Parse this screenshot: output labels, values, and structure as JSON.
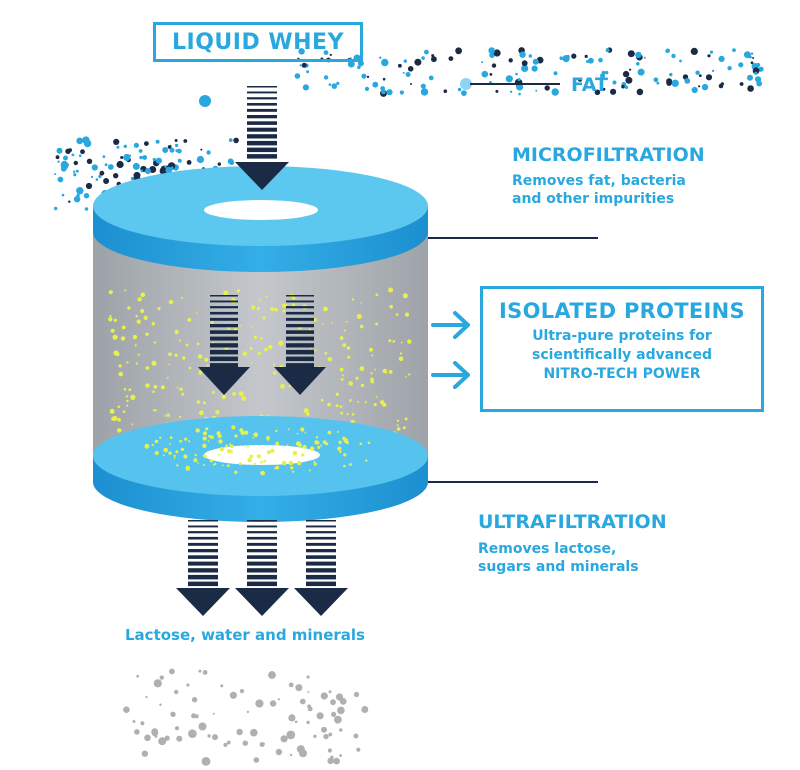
{
  "labels": {
    "liquid_whey": "LIQUID WHEY",
    "fat": "FAT",
    "microfiltration": {
      "title": "MICROFILTRATION",
      "line1": "Removes fat, bacteria",
      "line2": "and other impurities"
    },
    "isolated_proteins": {
      "title": "ISOLATED PROTEINS",
      "line1": "Ultra-pure proteins for",
      "line2": "scientifically advanced",
      "line3": "NITRO-TECH POWER"
    },
    "ultrafiltration": {
      "title": "ULTRAFILTRATION",
      "line1": "Removes lactose,",
      "line2": "sugars and minerals"
    },
    "byproducts": "Lactose, water and minerals"
  },
  "colors": {
    "accent": "#29a8e0",
    "disc_top": "#5cc8f0",
    "disc_side": "#1f93d3",
    "cylinder": "#b6babf",
    "arrow": "#1b2a45",
    "protein": "#e8f04a",
    "waste": "#b0b0b0"
  }
}
